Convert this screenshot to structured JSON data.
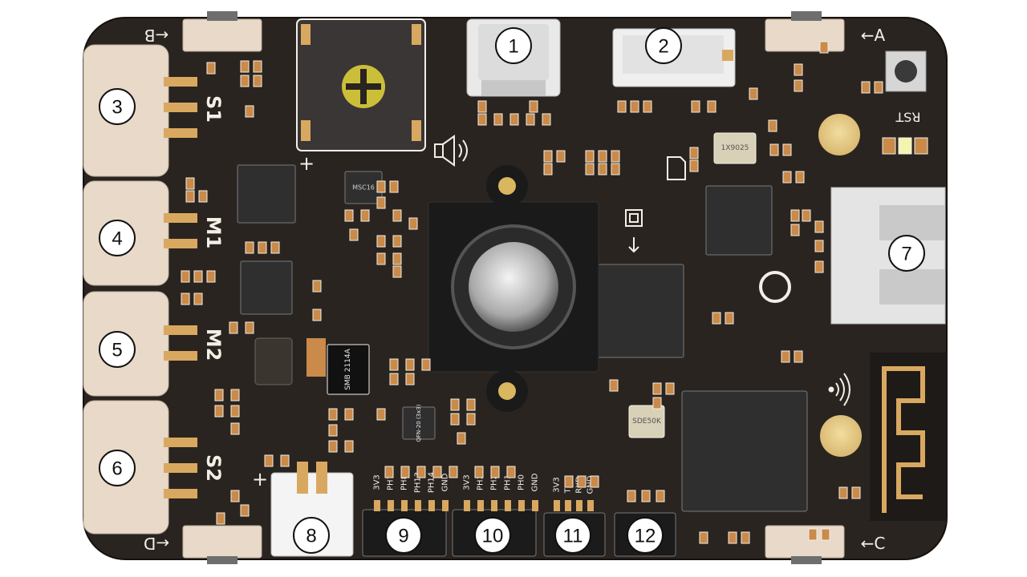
{
  "colors": {
    "board": "#2a2420",
    "silkscreen": "#f2efe6",
    "gold": "#d9a860",
    "connector": "#e8d9c8"
  },
  "silkscreen": {
    "arrow_b": "←B",
    "arrow_a": "←A",
    "arrow_c": "←C",
    "arrow_d": "←D",
    "label_s1": "S1",
    "label_m1": "M1",
    "label_m2": "M2",
    "label_s2": "S2",
    "label_rst": "RST",
    "plus_top": "+",
    "plus_bottom": "+",
    "header_9_pins": [
      "3V3",
      "PH7",
      "PH8",
      "PH13",
      "PH14",
      "GND"
    ],
    "header_10_pins": [
      "3V3",
      "PH3",
      "PH2",
      "PH1",
      "PH0",
      "GND"
    ],
    "header_11_pins": [
      "3V3",
      "TXD",
      "RXD",
      "GND"
    ]
  },
  "chips": {
    "u_small_top": "MSC16",
    "u_regulator": "SMB 2114A",
    "u_gyro": "QFN-20 (3x3)",
    "u_crystal_top": "1X9025",
    "u_crystal_bottom": "SDE50K"
  },
  "icons": [
    "speaker-icon",
    "sdcard-icon",
    "chip-icon",
    "wifi-icon"
  ],
  "callouts": [
    {
      "id": "1",
      "label": "1"
    },
    {
      "id": "2",
      "label": "2"
    },
    {
      "id": "3",
      "label": "3"
    },
    {
      "id": "4",
      "label": "4"
    },
    {
      "id": "5",
      "label": "5"
    },
    {
      "id": "6",
      "label": "6"
    },
    {
      "id": "7",
      "label": "7"
    },
    {
      "id": "8",
      "label": "8"
    },
    {
      "id": "9",
      "label": "9"
    },
    {
      "id": "10",
      "label": "10"
    },
    {
      "id": "11",
      "label": "11"
    },
    {
      "id": "12",
      "label": "12"
    }
  ]
}
